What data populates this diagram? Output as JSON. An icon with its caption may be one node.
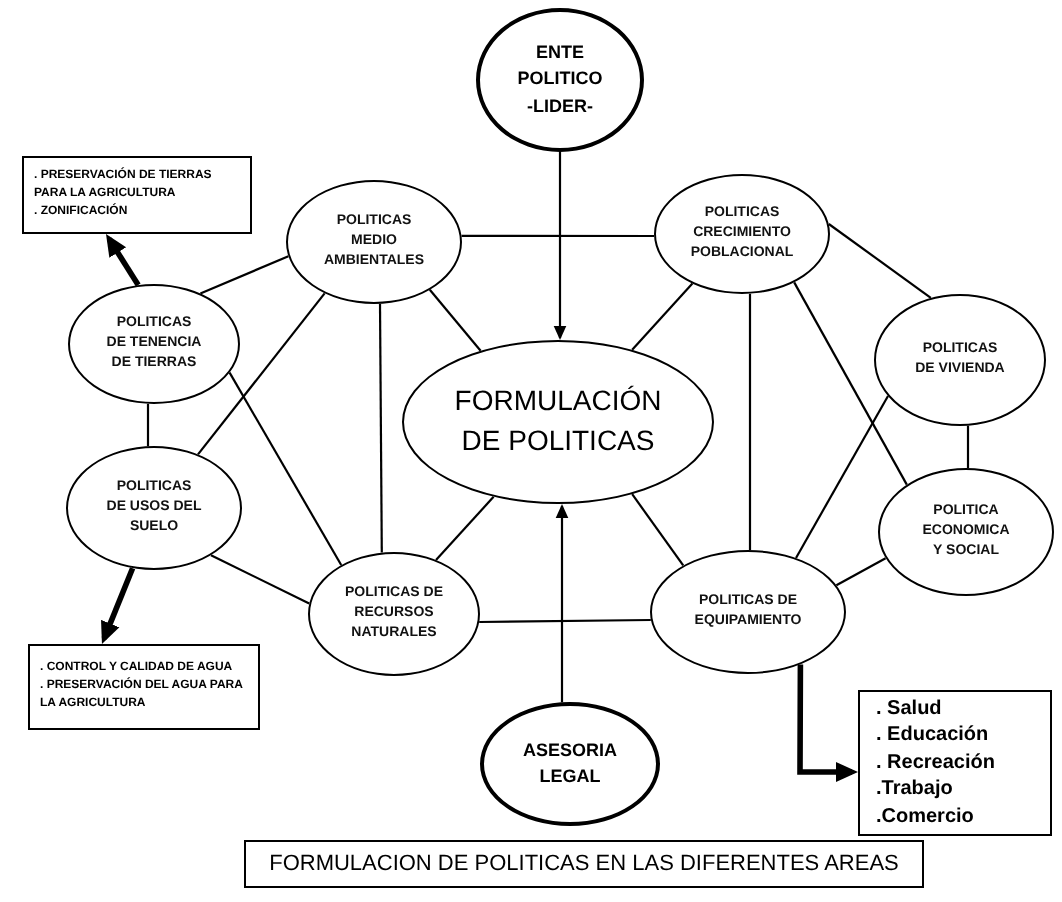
{
  "diagram": {
    "caption": "FORMULACION DE POLITICAS EN LAS DIFERENTES AREAS",
    "nodes": [
      {
        "text": [
          "ENTE POLITICO -LIDER-"
        ]
      },
      {
        "text": [
          ". PRESERVACIÓN DE TIERRAS PARA LA AGRICULTURA",
          ". ZONIFICACIÓN"
        ]
      },
      {
        "text": [
          "POLITICAS MEDIO AMBIENTALES"
        ]
      },
      {
        "text": [
          "POLITICAS CRECIMIENTO POBLACIONAL"
        ]
      },
      {
        "text": [
          "POLITICAS DE TENENCIA DE TIERRAS"
        ]
      },
      {
        "text": [
          "FORMULACIÓN DE POLITICAS"
        ]
      },
      {
        "text": [
          "POLITICAS DE VIVIENDA"
        ]
      },
      {
        "text": [
          "POLITICAS DE USOS DEL SUELO"
        ]
      },
      {
        "text": [
          "POLITICA ECONOMICA Y SOCIAL"
        ]
      },
      {
        "text": [
          "POLITICAS DE RECURSOS NATURALES"
        ]
      },
      {
        "text": [
          "POLITICAS DE EQUIPAMIENTO"
        ]
      },
      {
        "text": [
          ". CONTROL Y CALIDAD DE AGUA",
          ". PRESERVACIÓN DEL AGUA PARA LA AGRICULTURA"
        ]
      },
      {
        "text": [
          ". Salud",
          ". Educación",
          ". Recreación",
          ".Trabajo",
          ".Comercio"
        ]
      },
      {
        "text": [
          "ASESORIA LEGAL"
        ]
      }
    ],
    "edges": [
      {
        "from": 2,
        "to": 3,
        "arrow": "none"
      },
      {
        "from": 2,
        "to": 4,
        "arrow": "none"
      },
      {
        "from": 2,
        "to": 7,
        "arrow": "none"
      },
      {
        "from": 2,
        "to": 9,
        "arrow": "none"
      },
      {
        "from": 2,
        "to": 5,
        "arrow": "none"
      },
      {
        "from": 3,
        "to": 5,
        "arrow": "none"
      },
      {
        "from": 3,
        "to": 10,
        "arrow": "none"
      },
      {
        "from": 3,
        "to": 6,
        "arrow": "none"
      },
      {
        "from": 3,
        "to": 8,
        "arrow": "none"
      },
      {
        "from": 4,
        "to": 7,
        "arrow": "none"
      },
      {
        "from": 4,
        "to": 9,
        "arrow": "none"
      },
      {
        "from": 6,
        "to": 10,
        "arrow": "none"
      },
      {
        "from": 6,
        "to": 8,
        "arrow": "none"
      },
      {
        "from": 7,
        "to": 9,
        "arrow": "none"
      },
      {
        "from": 9,
        "to": 5,
        "arrow": "none"
      },
      {
        "from": 9,
        "to": 10,
        "arrow": "none"
      },
      {
        "from": 8,
        "to": 10,
        "arrow": "none"
      },
      {
        "from": 10,
        "to": 5,
        "arrow": "none"
      },
      {
        "from": 0,
        "to": 5,
        "arrow": "to"
      },
      {
        "from": 13,
        "to": 5,
        "arrow": "to"
      },
      {
        "from": 4,
        "to": 1,
        "arrow": "to",
        "style": "thick"
      },
      {
        "from": 7,
        "to": 11,
        "arrow": "to",
        "style": "thick"
      },
      {
        "from": 10,
        "to": 12,
        "arrow": "to",
        "style": "thick"
      }
    ]
  }
}
